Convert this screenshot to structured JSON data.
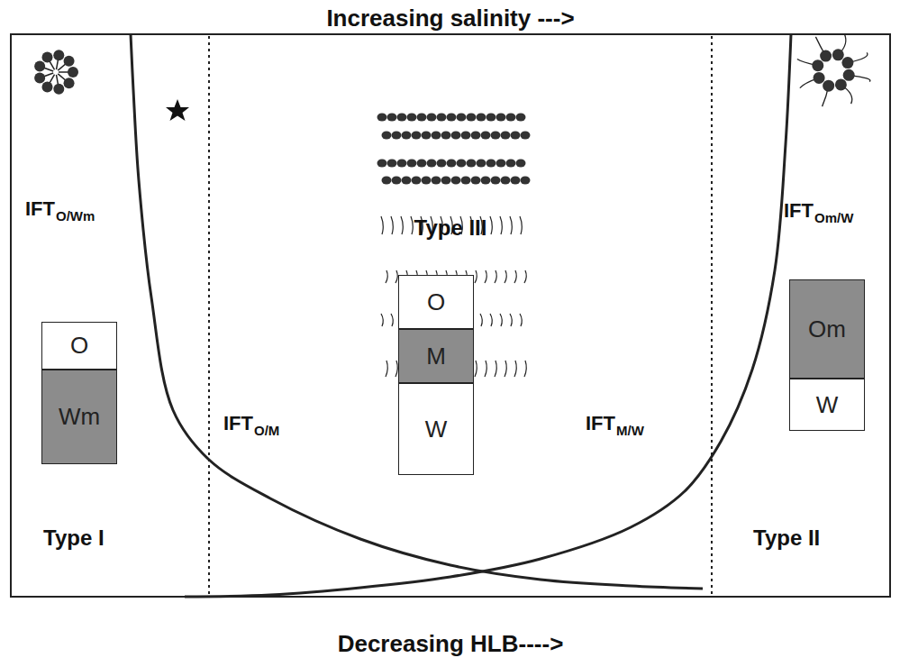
{
  "diagram": {
    "nodes": [
      {
        "text": [
          "O"
        ]
      },
      {
        "text": [
          "Wm"
        ]
      },
      {
        "text": [
          "O"
        ]
      },
      {
        "text": [
          "M"
        ]
      },
      {
        "text": [
          "W"
        ]
      },
      {
        "text": [
          "Om"
        ]
      },
      {
        "text": [
          "W"
        ]
      }
    ],
    "labels": [
      "Increasing salinity --->",
      "IFT",
      "O/Wm",
      "Type III",
      "IFT",
      "Om/W",
      "IFT",
      "O/M",
      "IFT",
      "M/W",
      "Type I",
      "Type II",
      "Decreasing HLB---->"
    ]
  }
}
